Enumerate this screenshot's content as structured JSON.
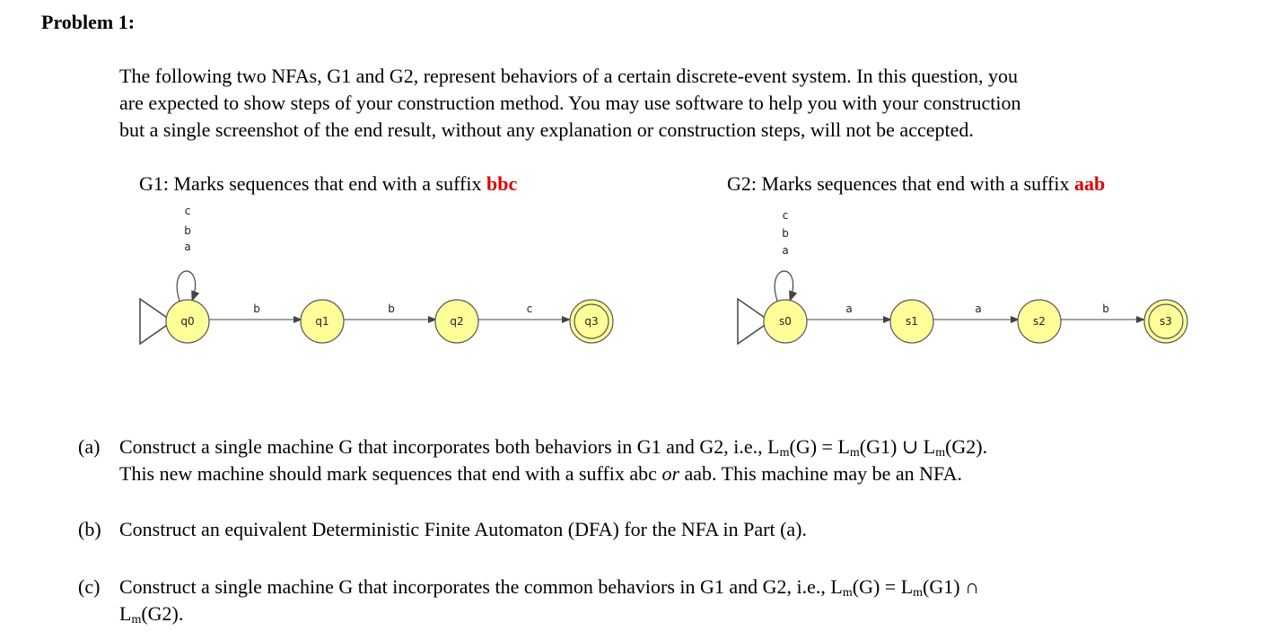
{
  "problem_title": "Problem 1:",
  "intro": {
    "line1": "The following two NFAs, G1 and G2, represent behaviors of a certain discrete-event system. In this question, you",
    "line2": "are expected to show steps of your construction method. You may use software to help you with your construction",
    "line3": "but a single screenshot of the end result, without any explanation or construction steps, will not be accepted."
  },
  "g1": {
    "caption_prefix": "G1: Marks sequences that end with a suffix ",
    "caption_suffix": "bbc",
    "self_loop_labels": [
      "c",
      "b",
      "a"
    ],
    "states": [
      "q0",
      "q1",
      "q2",
      "q3"
    ],
    "edge_labels": [
      "b",
      "b",
      "c"
    ],
    "marked_state": "q3"
  },
  "g2": {
    "caption_prefix": "G2: Marks sequences that end with a suffix ",
    "caption_suffix": "aab",
    "self_loop_labels": [
      "c",
      "b",
      "a"
    ],
    "states": [
      "s0",
      "s1",
      "s2",
      "s3"
    ],
    "edge_labels": [
      "a",
      "a",
      "b"
    ],
    "marked_state": "s3"
  },
  "colors": {
    "state_fill": "#ffff99",
    "state_stroke": "#555555",
    "highlight": "#e00000"
  },
  "questions": {
    "a": {
      "label": "(a)",
      "t1": "Construct a single machine G that incorporates both behaviors in G1 and G2, i.e., L",
      "m1": "m",
      "t2": "(G) = L",
      "m2": "m",
      "t3": "(G1) ∪ L",
      "m3": "m",
      "t4": "(G2).",
      "line2_a": "This new machine should mark sequences that end with a suffix abc ",
      "line2_or": "or",
      "line2_b": " aab. This machine may be an NFA."
    },
    "b": {
      "label": "(b)",
      "text": "Construct an equivalent Deterministic Finite Automaton (DFA) for the NFA in Part (a)."
    },
    "c": {
      "label": "(c)",
      "t1": "Construct a single machine G that incorporates the common behaviors in G1 and G2, i.e., L",
      "m1": "m",
      "t2": "(G) = L",
      "m2": "m",
      "t3": "(G1)  ∩",
      "line2_L": "L",
      "m3": "m",
      "line2_end": "(G2)."
    }
  }
}
